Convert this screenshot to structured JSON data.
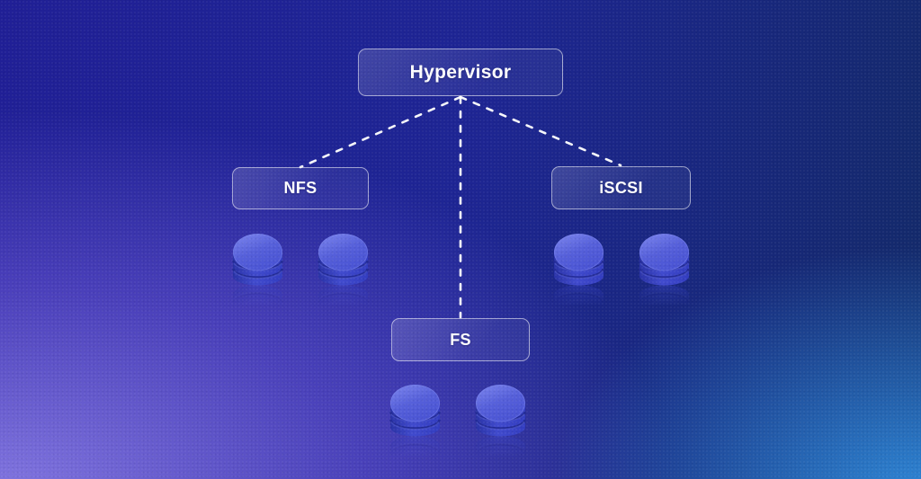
{
  "diagram": {
    "root": {
      "id": "hypervisor",
      "label": "Hypervisor"
    },
    "children": [
      {
        "id": "nfs",
        "label": "NFS",
        "disk_count": 2
      },
      {
        "id": "iscsi",
        "label": "iSCSI",
        "disk_count": 2
      },
      {
        "id": "fs",
        "label": "FS",
        "disk_count": 2
      }
    ],
    "connections": [
      {
        "from": "hypervisor",
        "to": "nfs",
        "style": "dashed"
      },
      {
        "from": "hypervisor",
        "to": "fs",
        "style": "dashed"
      },
      {
        "from": "hypervisor",
        "to": "iscsi",
        "style": "dashed"
      }
    ],
    "icons": {
      "storage": "disk-stack-icon"
    },
    "colors": {
      "background_indigo": "#201f96",
      "background_navy": "#132a68",
      "background_purple": "#8276e0",
      "background_blue": "#2f87d8",
      "node_border": "rgba(255,255,255,0.55)",
      "connector": "#ffffff",
      "disk_top": "#5660da",
      "disk_body": "#3f49cc",
      "label_text": "#ffffff"
    }
  }
}
